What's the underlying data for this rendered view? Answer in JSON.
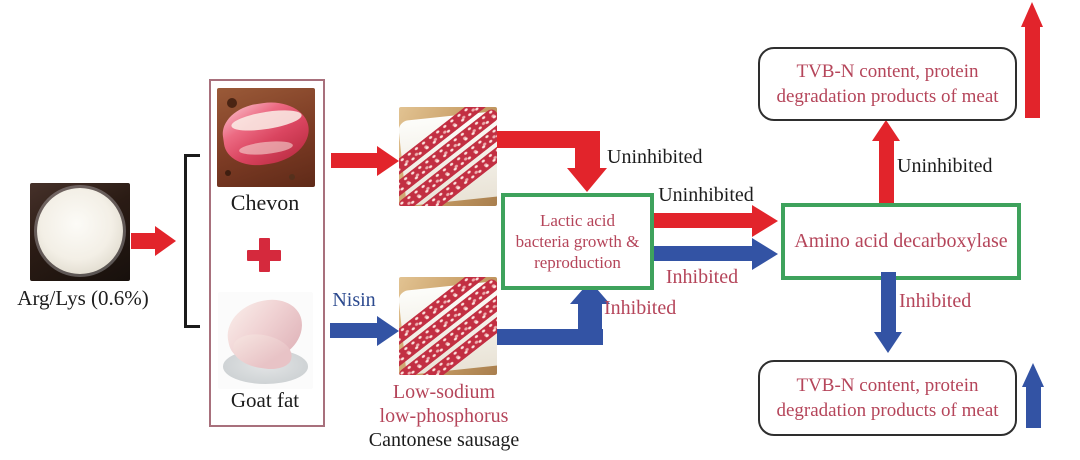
{
  "colors": {
    "red_arrow": "#e2242b",
    "blue_arrow": "#3353a4",
    "green_box_border": "#3ea25c",
    "crimson_text": "#b5455a",
    "black_text": "#1d1d1d",
    "nisin_text": "#2c4a8f",
    "plus_red": "#d5293d",
    "ingredients_box_border": "#a8707c"
  },
  "powder": {
    "label": "Arg/Lys (0.6%)"
  },
  "ingredients": {
    "meat_label": "Chevon",
    "plus_icon": "+",
    "fat_label": "Goat fat"
  },
  "nisin": {
    "label": "Nisin"
  },
  "sausage": {
    "label_line1": "Low-sodium",
    "label_line2": "low-phosphorus",
    "label_line3": "Cantonese sausage"
  },
  "lactic_box": {
    "line1": "Lactic acid",
    "line2": "bacteria growth &",
    "line3": "reproduction"
  },
  "amino_box": {
    "label": "Amino acid decarboxylase"
  },
  "tvbn_top_box": {
    "line1": "TVB-N content, protein",
    "line2": "degradation products of meat"
  },
  "tvbn_bottom_box": {
    "line1": "TVB-N content, protein",
    "line2": "degradation products of meat"
  },
  "arrow_labels": {
    "sausage_to_lactic_uninhibited": "Uninhibited",
    "sausage_to_lactic_inhibited": "Inhibited",
    "lactic_to_amino_uninhibited": "Uninhibited",
    "lactic_to_amino_inhibited": "Inhibited",
    "amino_to_tvbn_uninhibited": "Uninhibited",
    "amino_to_tvbn_inhibited": "Inhibited"
  }
}
